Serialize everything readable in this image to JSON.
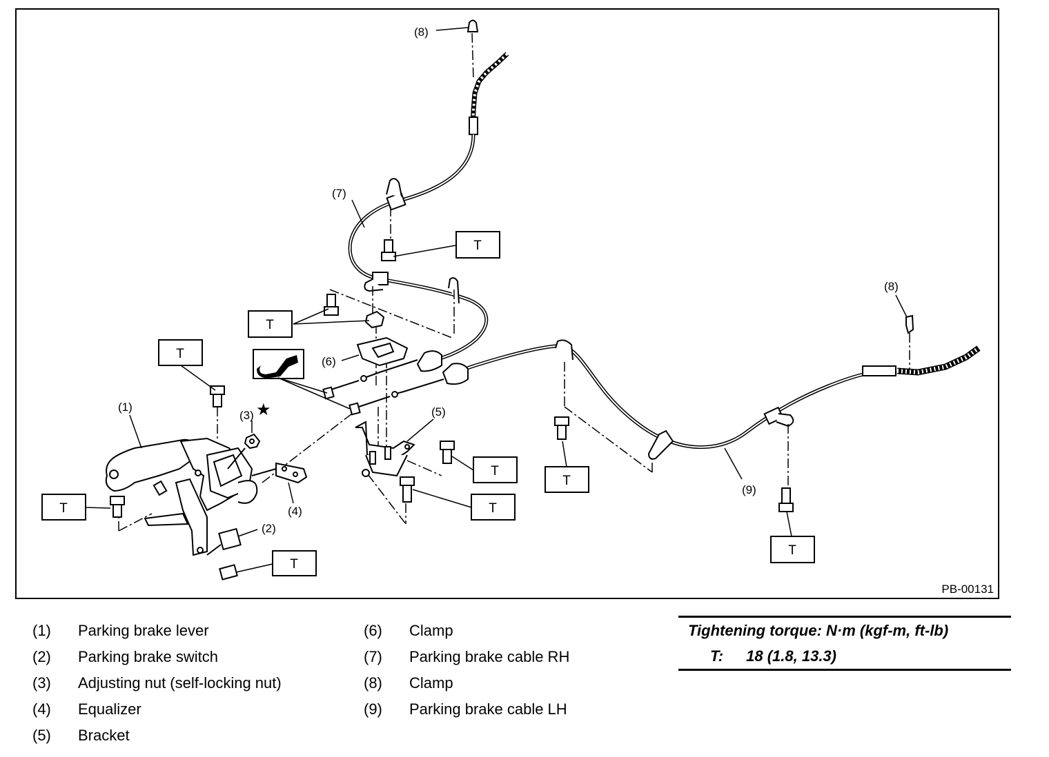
{
  "figure": {
    "code": "PB-00131",
    "callouts": {
      "c1": "(1)",
      "c2": "(2)",
      "c3": "(3)",
      "c4": "(4)",
      "c5": "(5)",
      "c6": "(6)",
      "c7": "(7)",
      "c8a": "(8)",
      "c8b": "(8)",
      "c9": "(9)"
    },
    "torque_mark": "T",
    "star": "★"
  },
  "legend": {
    "left": [
      {
        "num": "(1)",
        "label": "Parking brake lever"
      },
      {
        "num": "(2)",
        "label": "Parking brake switch"
      },
      {
        "num": "(3)",
        "label": "Adjusting nut (self-locking nut)"
      },
      {
        "num": "(4)",
        "label": "Equalizer"
      },
      {
        "num": "(5)",
        "label": "Bracket"
      }
    ],
    "middle": [
      {
        "num": "(6)",
        "label": "Clamp"
      },
      {
        "num": "(7)",
        "label": "Parking brake cable RH"
      },
      {
        "num": "(8)",
        "label": "Clamp"
      },
      {
        "num": "(9)",
        "label": "Parking brake cable LH"
      }
    ]
  },
  "torque": {
    "title": "Tightening torque: N·m (kgf-m, ft-lb)",
    "symbol": "T:",
    "value": "18 (1.8, 13.3)"
  }
}
